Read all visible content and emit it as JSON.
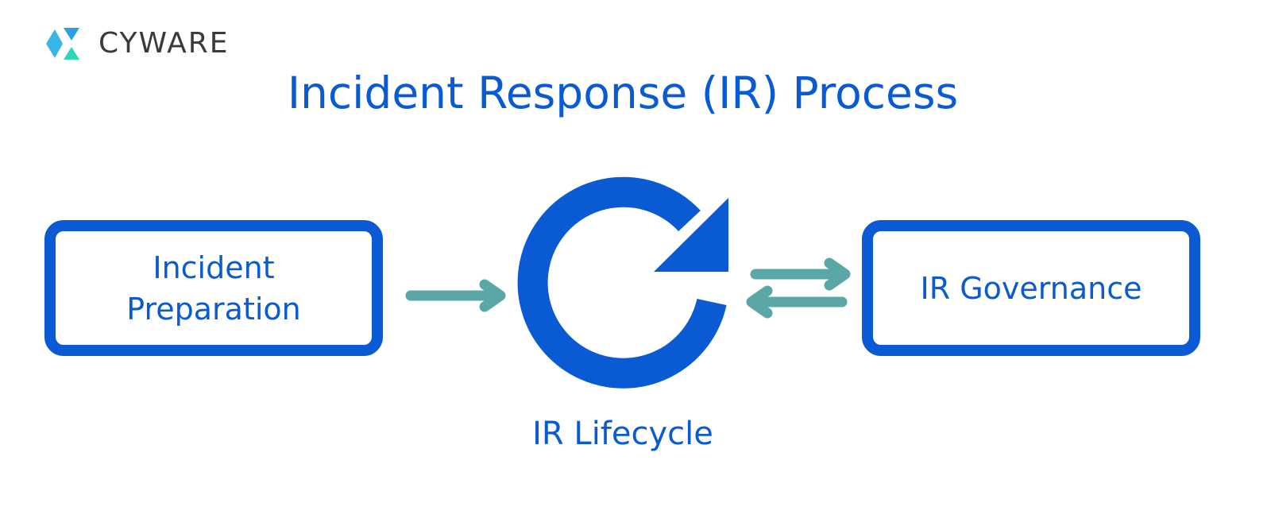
{
  "logo": {
    "wordmark": "CYWARE",
    "icon": "cyware-x-logo-mark"
  },
  "title": "Incident Response (IR) Process",
  "nodes": {
    "preparation": {
      "label": "Incident Preparation"
    },
    "lifecycle": {
      "label": "IR Lifecycle",
      "icon": "cycle-refresh-icon"
    },
    "governance": {
      "label": "IR Governance"
    }
  },
  "edges": [
    {
      "from": "Incident Preparation",
      "to": "IR Lifecycle",
      "direction": "one-way"
    },
    {
      "from": "IR Lifecycle",
      "to": "IR Governance",
      "direction": "two-way"
    }
  ],
  "colors": {
    "primary": "#0a5bd3",
    "arrow": "#5ba7a7",
    "logo_text": "#3a3a3a",
    "logo_light_blue": "#38b6e8",
    "logo_teal": "#2fd6b4",
    "background": "#ffffff"
  }
}
